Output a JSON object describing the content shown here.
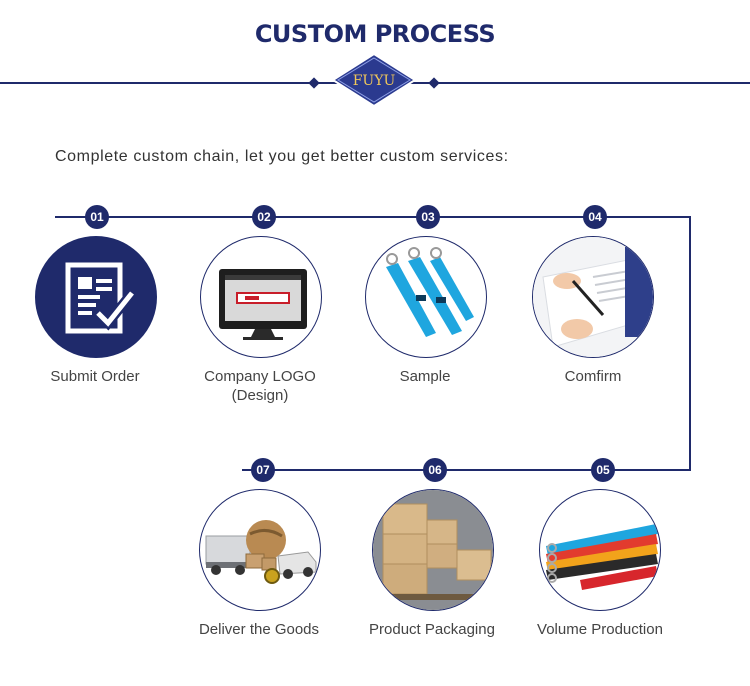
{
  "header": {
    "title": "CUSTOM PROCESS",
    "logo_text": "FUYU"
  },
  "subtitle": "Complete custom chain, let you get better custom services:",
  "colors": {
    "accent": "#1f2a6b",
    "cyan": "#1fa6df"
  },
  "steps": [
    {
      "num": "01",
      "label": "Submit Order",
      "label2": "",
      "icon": "order-form-icon"
    },
    {
      "num": "02",
      "label": "Company LOGO",
      "label2": "(Design)",
      "icon": "monitor-icon"
    },
    {
      "num": "03",
      "label": "Sample",
      "label2": "",
      "icon": "lanyard-sample-icon"
    },
    {
      "num": "04",
      "label": "Comfirm",
      "label2": "",
      "icon": "signing-document-icon"
    },
    {
      "num": "05",
      "label": "Volume Production",
      "label2": "",
      "icon": "lanyards-stack-icon"
    },
    {
      "num": "06",
      "label": "Product Packaging",
      "label2": "",
      "icon": "boxes-warehouse-icon"
    },
    {
      "num": "07",
      "label": "Deliver the Goods",
      "label2": "",
      "icon": "delivery-icon"
    }
  ]
}
